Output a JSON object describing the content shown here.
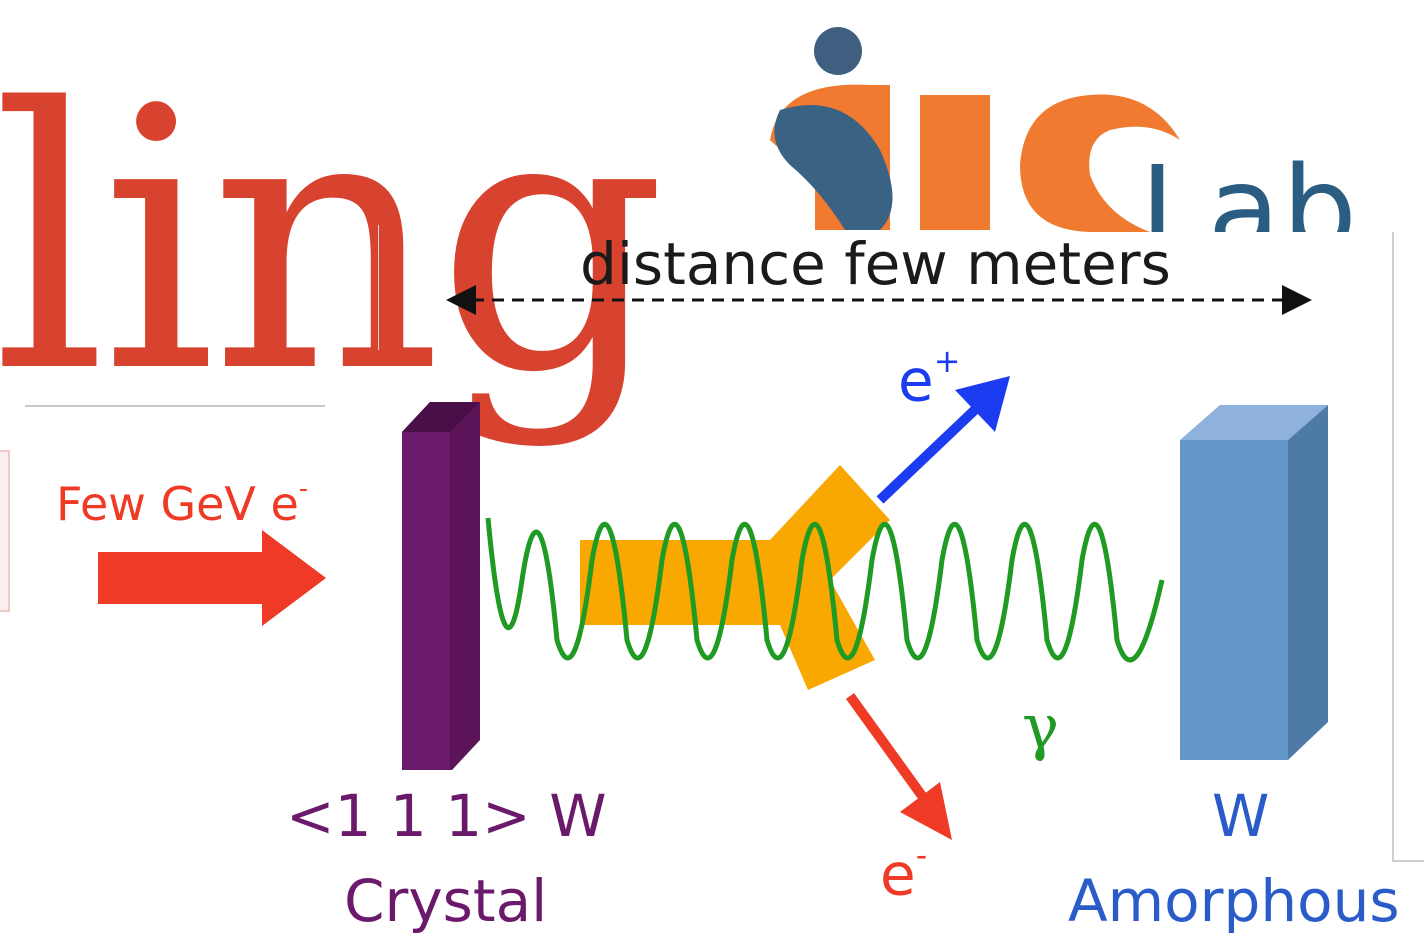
{
  "slide": {
    "title_fragment": "ling"
  },
  "logo": {
    "text": "Lab",
    "colors": {
      "orange": "#f07a30",
      "blue": "#2b5d83",
      "dot": "#4a6a8a"
    }
  },
  "diagram": {
    "distance_label": "distance few meters",
    "beam_label": "Few GeV e",
    "beam_label_sup": "-",
    "crystal_axis_label": "<1 1 1> W",
    "crystal_label": "Crystal",
    "amorphous_w_label": "W",
    "amorphous_label": "Amorphous",
    "positron_label": "e",
    "positron_sup": "+",
    "electron_label": "e",
    "electron_sup": "-",
    "gamma_label": "γ",
    "colors": {
      "beam": "#ef3a25",
      "crystal": "#6a1a6a",
      "amorphous": "#6496c8",
      "wave": "#1f9a23",
      "flash": "#f8a800",
      "positron": "#1b3cf0",
      "electron": "#ef3a25"
    }
  }
}
